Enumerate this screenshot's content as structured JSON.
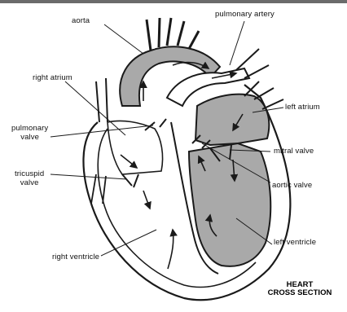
{
  "colors": {
    "chamber_fill": "#a9a9a9",
    "outline": "#1a1a1a",
    "background": "#ffffff"
  },
  "labels": {
    "aorta": "aorta",
    "pulmonary_artery": "pulmonary artery",
    "right_atrium": "right atrium",
    "left_atrium": "left atrium",
    "pulmonary_valve": "pulmonary\nvalve",
    "mitral_valve": "mitral valve",
    "tricuspid_valve": "tricuspid\nvalve",
    "aortic_valve": "aortic valve",
    "left_ventricle": "left ventricle",
    "right_ventricle": "right ventricle"
  },
  "caption": {
    "line1": "HEART",
    "line2": "CROSS SECTION"
  }
}
